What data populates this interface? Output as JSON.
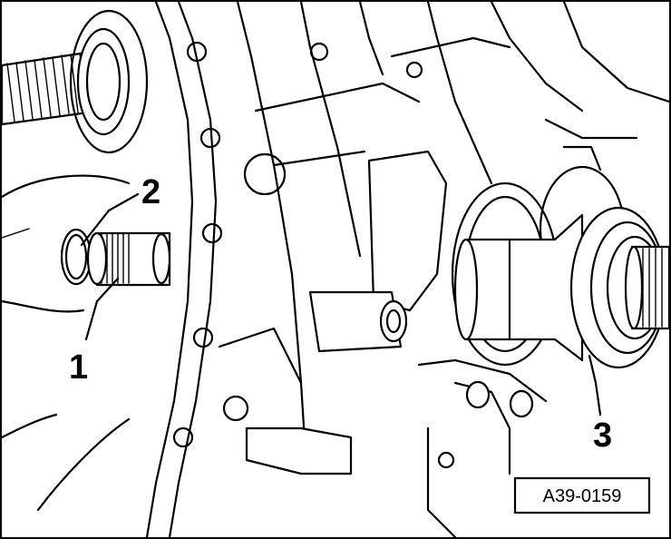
{
  "figure": {
    "reference_code": "A39-0159",
    "callouts": [
      {
        "id": "callout-1",
        "label": "1"
      },
      {
        "id": "callout-2",
        "label": "2"
      },
      {
        "id": "callout-3",
        "label": "3"
      }
    ]
  }
}
